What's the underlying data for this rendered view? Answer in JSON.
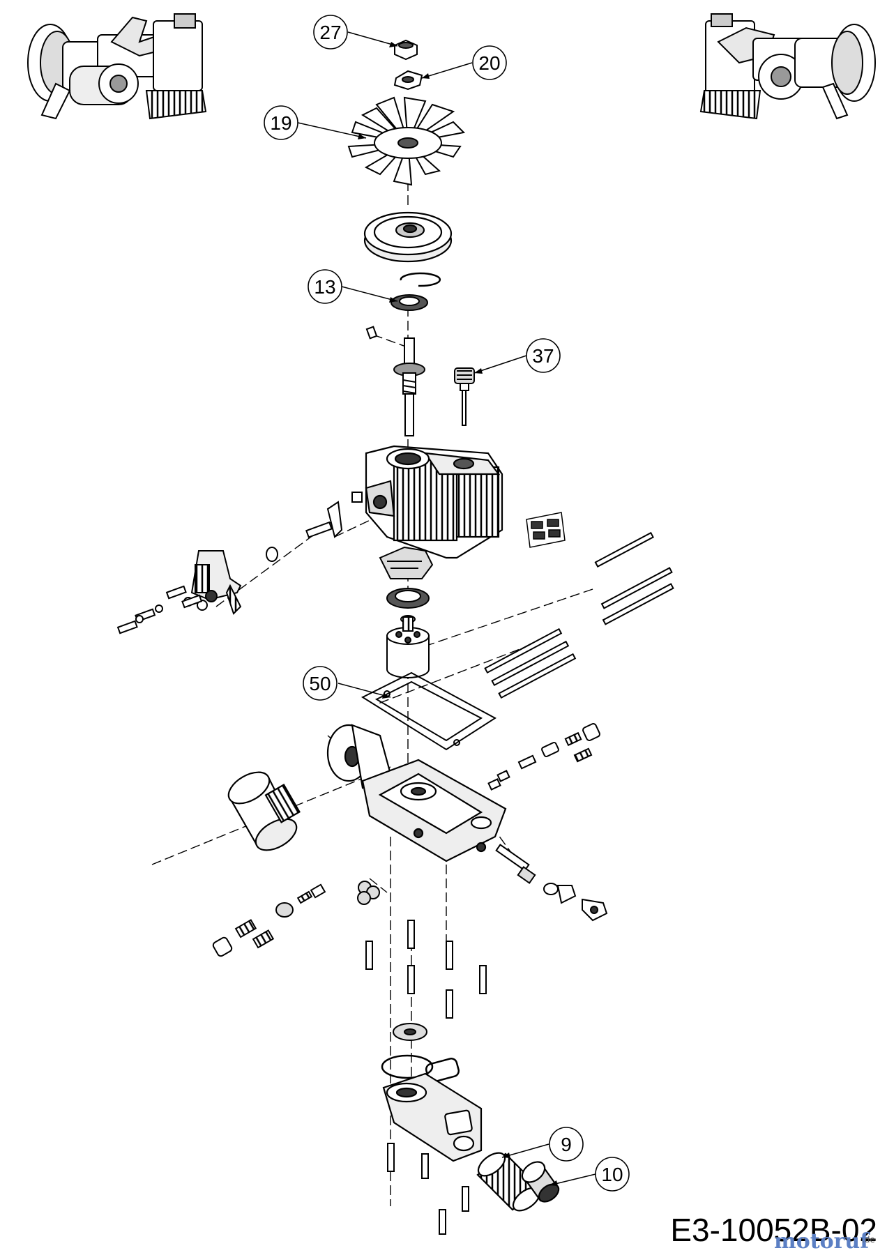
{
  "callouts": [
    {
      "label": "27"
    },
    {
      "label": "20"
    },
    {
      "label": "19"
    },
    {
      "label": "13"
    },
    {
      "label": "37"
    },
    {
      "label": "50"
    },
    {
      "label": "9"
    },
    {
      "label": "10"
    }
  ],
  "drawing_number": "E3-10052B-02",
  "watermark": {
    "brand": "motoruf",
    "suffix": ".de"
  },
  "colors": {
    "line": "#000000",
    "background": "#ffffff"
  }
}
